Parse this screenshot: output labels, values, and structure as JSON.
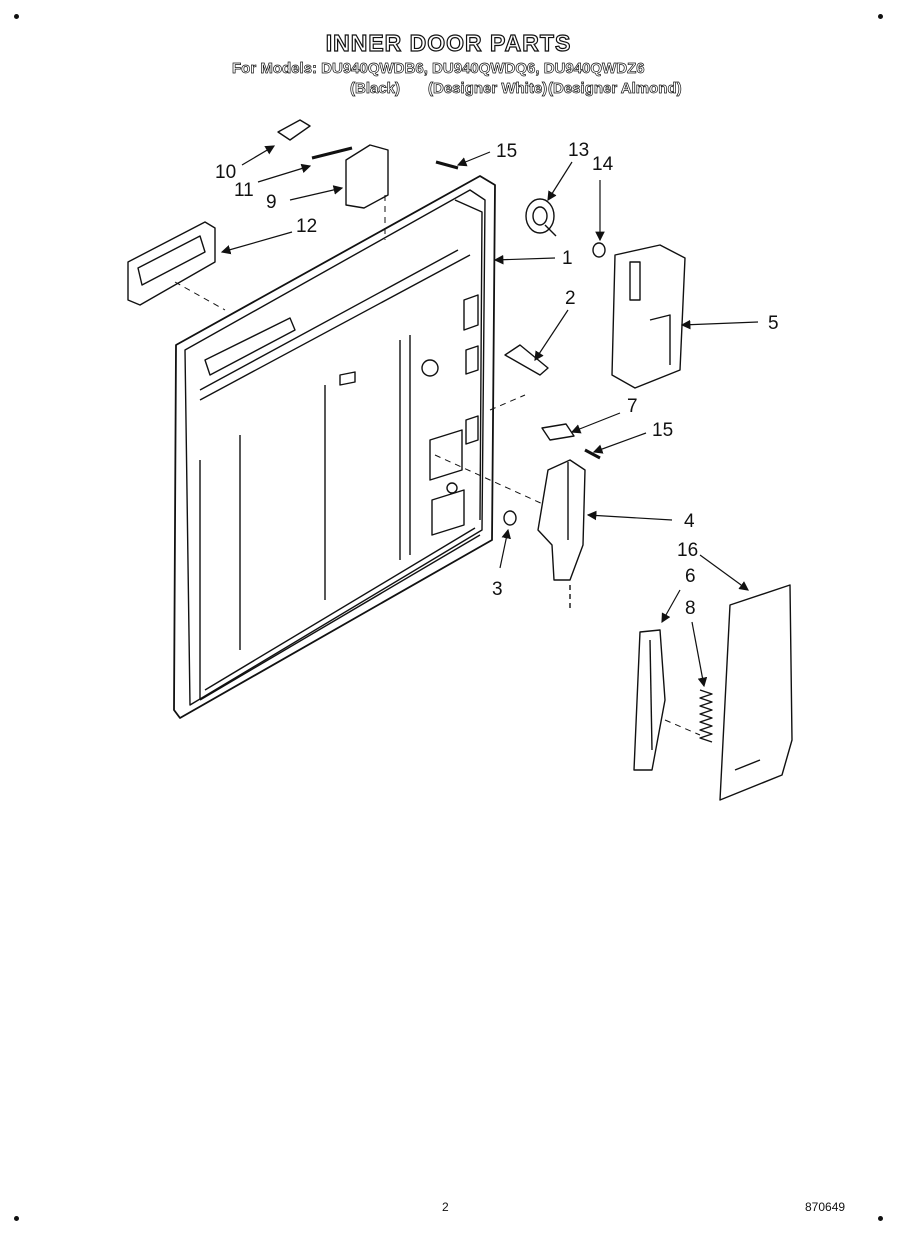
{
  "header": {
    "title": "INNER DOOR PARTS",
    "models_line": "For Models: DU940QWDB6, DU940QWDQ6, DU940QWDZ6",
    "variants": [
      "(Black)",
      "(Designer White)",
      "(Designer Almond)"
    ]
  },
  "callouts": {
    "p1": "1",
    "p2": "2",
    "p3": "3",
    "p4": "4",
    "p5": "5",
    "p6": "6",
    "p7": "7",
    "p8": "8",
    "p9": "9",
    "p10": "10",
    "p11": "11",
    "p12": "12",
    "p13": "13",
    "p14": "14",
    "p15a": "15",
    "p15b": "15",
    "p16": "16"
  },
  "footer": {
    "page_number": "2",
    "doc_code": "870649"
  }
}
